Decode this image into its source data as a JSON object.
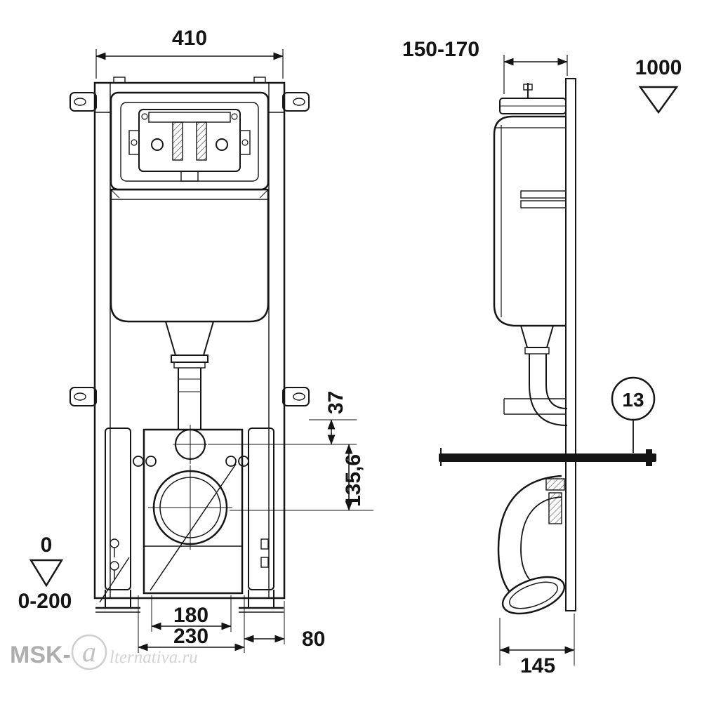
{
  "meta": {
    "title": "Concealed WC installation frame — dimensioned technical drawing"
  },
  "front": {
    "width": "410",
    "offset_top": "37",
    "offset_center": "135,6",
    "level_zero": "0",
    "level_range": "0-200",
    "bolt_inner": "180",
    "bolt_outer": "230",
    "edge": "80"
  },
  "side": {
    "depth": "150-170",
    "height": "1000",
    "part": "13",
    "base": "145"
  },
  "watermark": {
    "brand": "MSK-",
    "logo": "a",
    "domain": "lternativa.ru"
  }
}
